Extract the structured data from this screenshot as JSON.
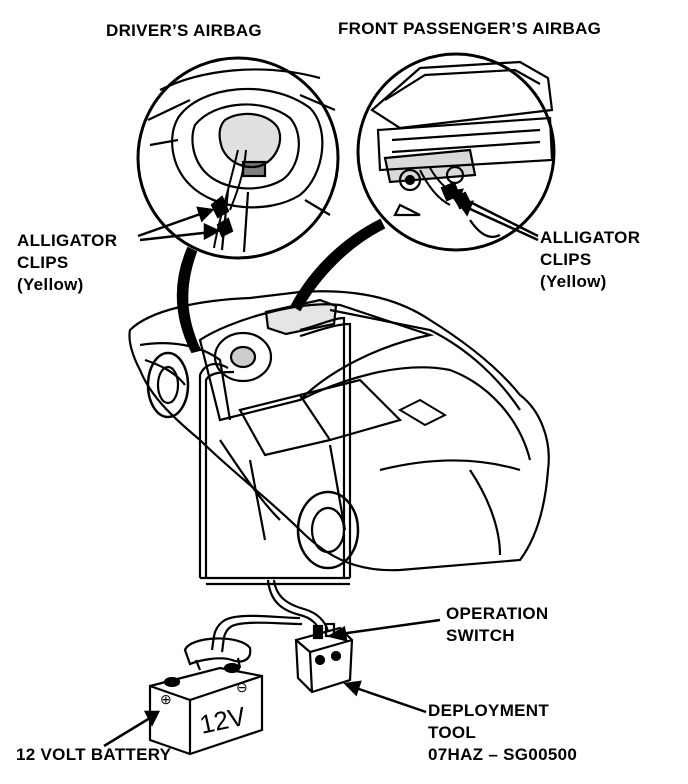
{
  "titles": {
    "driver_airbag": "DRIVER’S AIRBAG",
    "passenger_airbag": "FRONT PASSENGER’S AIRBAG"
  },
  "clips_left": {
    "line1": "ALLIGATOR",
    "line2": "CLIPS",
    "line3": "(Yellow)"
  },
  "clips_right": {
    "line1": "ALLIGATOR",
    "line2": "CLIPS",
    "line3": "(Yellow)"
  },
  "operation_switch": {
    "line1": "OPERATION",
    "line2": "SWITCH"
  },
  "deployment_tool": {
    "line1": "DEPLOYMENT",
    "line2": "TOOL",
    "line3": "07HAZ – SG00500"
  },
  "battery": {
    "label": "12 VOLT BATTERY",
    "marking": "12V"
  },
  "colors": {
    "ink": "#000000",
    "paper": "#ffffff"
  }
}
